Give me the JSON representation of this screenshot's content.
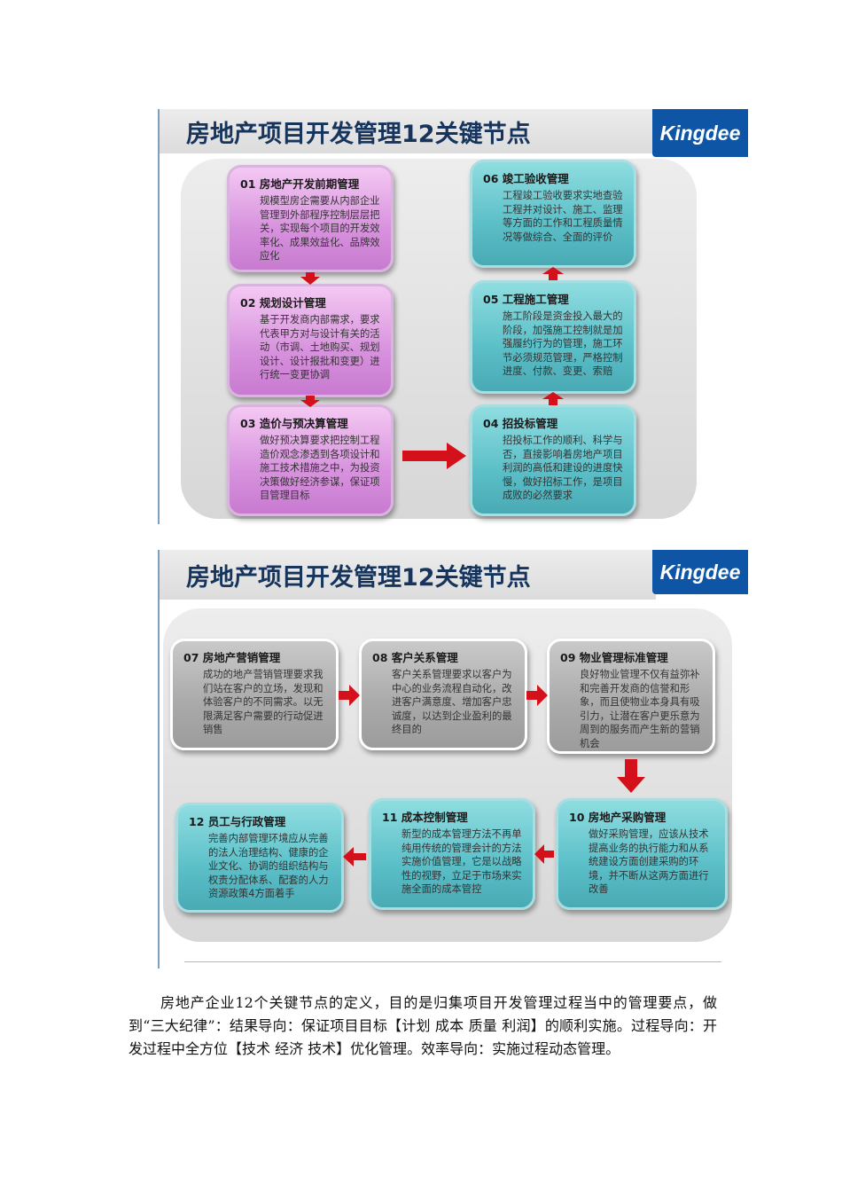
{
  "slide1": {
    "title": "房地产项目开发管理12关键节点",
    "logo": "Kingdee",
    "cards": [
      {
        "title": "01 房地产开发前期管理",
        "body": "规模型房企需要从内部企业管理到外部程序控制层层把关，实现每个项目的开发效率化、成果效益化、品牌效应化"
      },
      {
        "title": "02 规划设计管理",
        "body": "基于开发商内部需求，要求代表甲方对与设计有关的活动（市调、土地购买、规划设计、设计报批和变更）进行统一变更协调"
      },
      {
        "title": "03 造价与预决算管理",
        "body": "做好预决算要求把控制工程造价观念渗透到各项设计和施工技术措施之中，为投资决策做好经济参谋，保证项目管理目标"
      },
      {
        "title": "04 招投标管理",
        "body": "招投标工作的顺利、科学与否，直接影响着房地产项目利润的高低和建设的进度快慢，做好招标工作，是项目成败的必然要求"
      },
      {
        "title": "05 工程施工管理",
        "body": "施工阶段是资金投入最大的阶段，加强施工控制就是加强履约行为的管理，施工环节必须规范管理，严格控制进度、付款、变更、索赔"
      },
      {
        "title": "06 竣工验收管理",
        "body": "工程竣工验收要求实地查验工程并对设计、施工、监理等方面的工作和工程质量情况等做综合、全面的评价"
      }
    ]
  },
  "slide2": {
    "title": "房地产项目开发管理12关键节点",
    "logo": "Kingdee",
    "cards": [
      {
        "title": "07 房地产营销管理",
        "body": "成功的地产营销管理要求我们站在客户的立场，发现和体验客户的不同需求。以无限满足客户需要的行动促进销售"
      },
      {
        "title": "08 客户关系管理",
        "body": "客户关系管理要求以客户为中心的业务流程自动化，改进客户满意度、增加客户忠诚度，以达到企业盈利的最终目的"
      },
      {
        "title": "09 物业管理标准管理",
        "body": "良好物业管理不仅有益弥补和完善开发商的信誉和形象，而且使物业本身具有吸引力，让潜在客户更乐意为周到的服务而产生新的营销机会"
      },
      {
        "title": "10 房地产采购管理",
        "body": "做好采购管理，应该从技术提高业务的执行能力和从系统建设方面创建采购的环境，并不断从这两方面进行改善"
      },
      {
        "title": "11 成本控制管理",
        "body": "新型的成本管理方法不再单纯用传统的管理会计的方法实施价值管理，它是以战略性的视野，立足于市场来实施全面的成本管控"
      },
      {
        "title": "12 员工与行政管理",
        "body": "完善内部管理环境应从完善的法人治理结构、健康的企业文化、协调的组织结构与权责分配体系、配套的人力资源政策4方面着手"
      }
    ]
  },
  "paragraph": "房地产企业12个关键节点的定义，目的是归集项目开发管理过程当中的管理要点，做到“三大纪律”：结果导向：保证项目目标【计划 成本 质量 利润】的顺利实施。过程导向：开发过程中全方位【技术 经济 技术】优化管理。效率导向：实施过程动态管理。"
}
